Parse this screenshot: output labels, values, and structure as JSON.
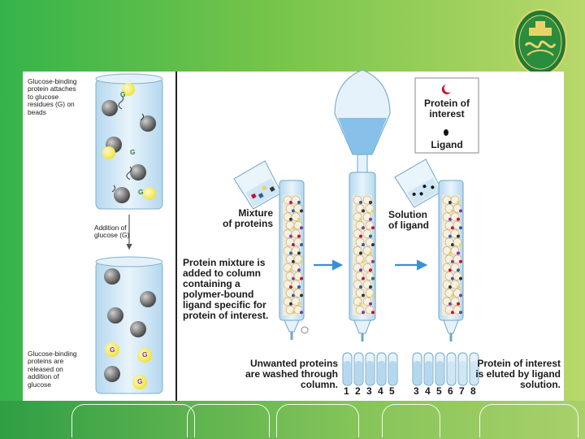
{
  "colors": {
    "green_dark": "#2f9e44",
    "green_light": "#b8d86a",
    "column_blue": "#cfe6f5",
    "arrow_blue": "#3a8fd6"
  },
  "left_panel": {
    "caption_top": "Glucose-binding\nprotein attaches\nto glucose\nresidues (G) on\nbeads",
    "arrow_label": "Addition of\nglucose (G)",
    "caption_bottom": "Glucose-binding\nproteins are\nreleased on\naddition of\nglucose",
    "bead_label": "G"
  },
  "legend": {
    "protein_label": "Protein of\ninterest",
    "ligand_label": "Ligand"
  },
  "labels": {
    "mixture": "Mixture\nof proteins",
    "solution": "Solution\nof ligand",
    "step_added": "Protein mixture is\nadded to column\ncontaining a\npolymer-bound\nligand specific for\nprotein of interest.",
    "unwanted": "Unwanted proteins\nare washed through\ncolumn.",
    "eluted": "Protein of interest\nis eluted by ligand\nsolution."
  },
  "tube_numbers_1": [
    "1",
    "2",
    "3",
    "4",
    "5"
  ],
  "tube_numbers_2": [
    "3",
    "4",
    "5",
    "6",
    "7",
    "8"
  ],
  "logo": {
    "name": "university-seal"
  }
}
